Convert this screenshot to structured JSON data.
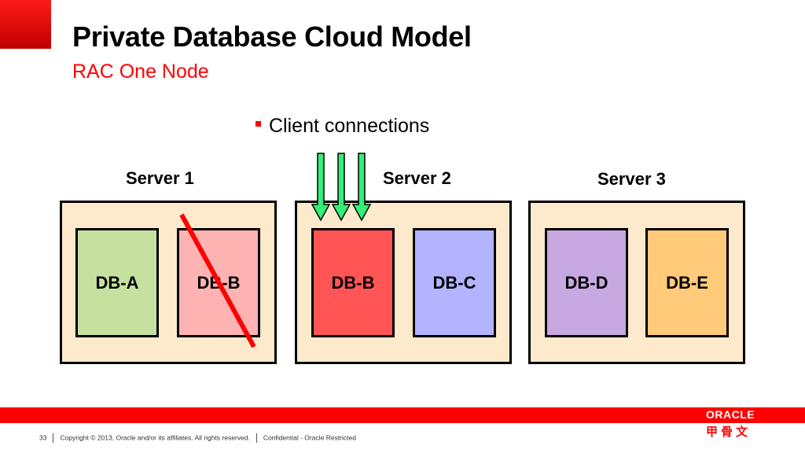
{
  "slide": {
    "title": "Private Database Cloud Model",
    "subtitle": "RAC One Node",
    "bullet": "Client connections"
  },
  "servers": [
    {
      "label": "Server 1",
      "databases": [
        {
          "name": "DB-A",
          "color": "#c6e0a0",
          "failed": false
        },
        {
          "name": "DB-B",
          "color": "#ffb3b3",
          "failed": true
        }
      ]
    },
    {
      "label": "Server 2",
      "databases": [
        {
          "name": "DB-B",
          "color": "#ff5555",
          "failed": false,
          "receives_client_connections": true
        },
        {
          "name": "DB-C",
          "color": "#b3b3ff",
          "failed": false
        }
      ]
    },
    {
      "label": "Server 3",
      "databases": [
        {
          "name": "DB-D",
          "color": "#c8a8e0",
          "failed": false
        },
        {
          "name": "DB-E",
          "color": "#ffca7a",
          "failed": false
        }
      ]
    }
  ],
  "colors": {
    "accent": "#ff0000",
    "server_fill": "#fde9cb",
    "arrow_fill": "#33ee77"
  },
  "client_connection_count": 3,
  "footer": {
    "page_number": "33",
    "copyright": "Copyright © 2013, Oracle and/or its affiliates. All rights reserved.",
    "classification": "Confidential - Oracle Restricted"
  },
  "branding": {
    "logo_text": "ORACLE",
    "logo_cjk": "甲骨文"
  }
}
